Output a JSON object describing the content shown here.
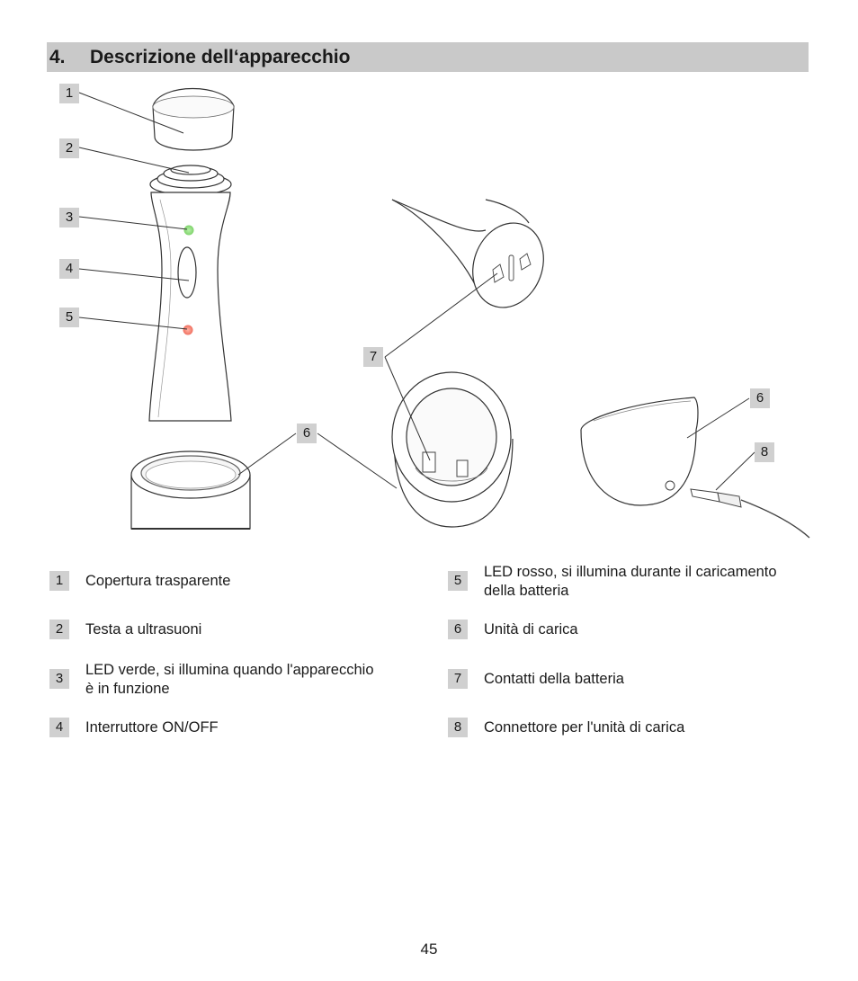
{
  "section": {
    "number": "4.",
    "title": "Descrizione dell‘apparecchio"
  },
  "callouts": {
    "c1": "1",
    "c2": "2",
    "c3": "3",
    "c4": "4",
    "c5": "5",
    "c6a": "6",
    "c7": "7",
    "c6b": "6",
    "c8": "8"
  },
  "legend": [
    {
      "num": "1",
      "text": "Copertura trasparente"
    },
    {
      "num": "2",
      "text": "Testa a ultrasuoni"
    },
    {
      "num": "3",
      "text": "LED verde, si illumina quando l'apparecchio\nè in funzione"
    },
    {
      "num": "4",
      "text": "Interruttore ON/OFF"
    },
    {
      "num": "5",
      "text": "LED rosso, si illumina durante il caricamento\ndella batteria"
    },
    {
      "num": "6",
      "text": "Unità di carica"
    },
    {
      "num": "7",
      "text": "Contatti della batteria"
    },
    {
      "num": "8",
      "text": "Connettore per l'unità di carica"
    }
  ],
  "page_number": "45",
  "colors": {
    "led_green": "#7fd36b",
    "led_red": "#f07060",
    "label_bg": "#d0d0d0",
    "heading_bg": "#c9c9c9"
  }
}
